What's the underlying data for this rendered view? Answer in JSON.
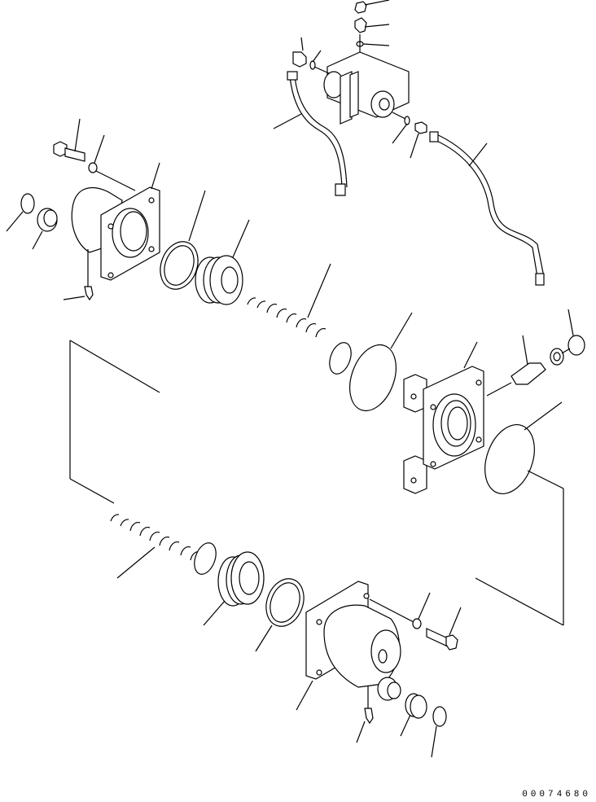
{
  "diagram": {
    "type": "exploded-parts-diagram",
    "drawing_id": "00074680",
    "components": [
      {
        "name": "valve-assembly",
        "position": "top-center"
      },
      {
        "name": "hose-left",
        "position": "top-center"
      },
      {
        "name": "hose-right",
        "position": "top-right"
      },
      {
        "name": "bolt",
        "position": "upper-left"
      },
      {
        "name": "washer",
        "position": "upper-left"
      },
      {
        "name": "cap",
        "position": "upper-left"
      },
      {
        "name": "plug",
        "position": "upper-left"
      },
      {
        "name": "cover-upper",
        "position": "upper-left"
      },
      {
        "name": "grease-fitting-upper",
        "position": "upper-left"
      },
      {
        "name": "seal-ring-upper",
        "position": "upper-left"
      },
      {
        "name": "piston-upper",
        "position": "upper-left"
      },
      {
        "name": "spring-upper",
        "position": "center"
      },
      {
        "name": "o-ring-upper",
        "position": "center"
      },
      {
        "name": "housing",
        "position": "center-right"
      },
      {
        "name": "fitting",
        "position": "right"
      },
      {
        "name": "elbow",
        "position": "right"
      },
      {
        "name": "o-ring-right",
        "position": "right"
      },
      {
        "name": "spring-lower",
        "position": "lower-left"
      },
      {
        "name": "piston-lower",
        "position": "lower-center"
      },
      {
        "name": "seal-ring-lower",
        "position": "lower-center"
      },
      {
        "name": "cover-lower",
        "position": "lower-center"
      },
      {
        "name": "washer-lower",
        "position": "lower-right"
      },
      {
        "name": "bolt-lower",
        "position": "lower-right"
      },
      {
        "name": "grease-fitting-lower",
        "position": "bottom"
      },
      {
        "name": "plug-lower",
        "position": "bottom"
      },
      {
        "name": "cap-lower",
        "position": "bottom"
      }
    ]
  }
}
